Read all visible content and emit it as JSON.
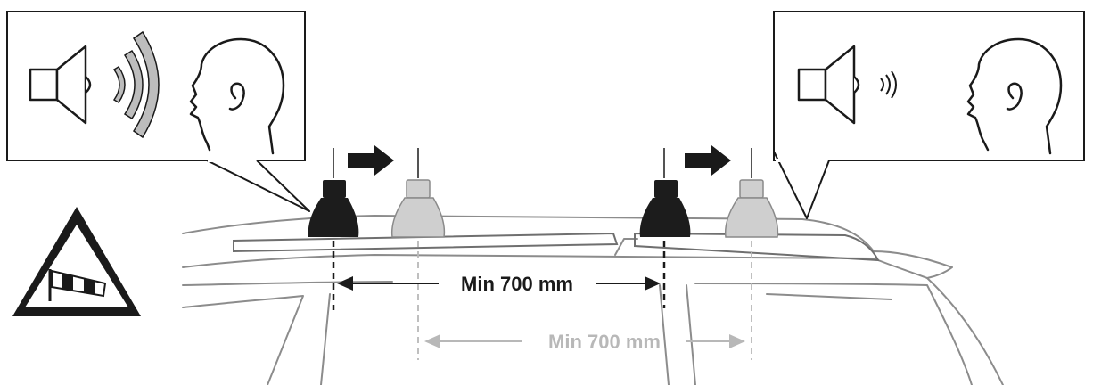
{
  "dimensions": {
    "primary_label": "Min 700 mm",
    "secondary_label": "Min 700 mm"
  },
  "callouts": {
    "left": {
      "speaker_icon": "speaker-icon",
      "sound_level": "loud",
      "listener_icon": "head-profile-icon"
    },
    "right": {
      "speaker_icon": "speaker-icon",
      "sound_level": "quiet",
      "listener_icon": "head-profile-icon"
    }
  },
  "warning_sign": {
    "icon": "windsock-icon"
  },
  "colors": {
    "line": "#1a1a1a",
    "foot_dark": "#1c1c1c",
    "foot_light": "#cfcfcf",
    "light_dimension": "#b8b8b8",
    "car_outline": "#9a9a9a"
  }
}
